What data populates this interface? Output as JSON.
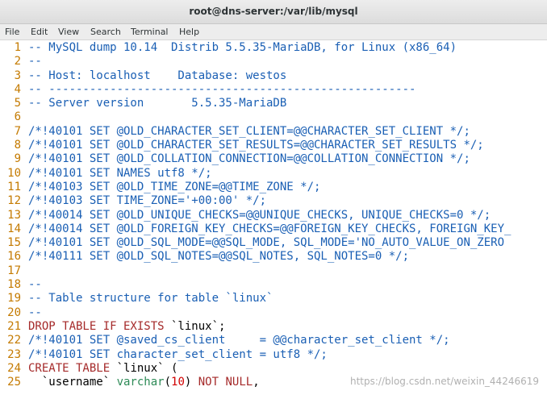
{
  "window": {
    "title": "root@dns-server:/var/lib/mysql"
  },
  "menu": {
    "items": [
      "File",
      "Edit",
      "View",
      "Search",
      "Terminal",
      "Help"
    ]
  },
  "editor": {
    "lines": [
      {
        "n": "1",
        "segs": [
          {
            "t": "-- MySQL dump 10.14  Distrib 5.5.35-MariaDB, for Linux (x86_64)",
            "c": "comment"
          }
        ]
      },
      {
        "n": "2",
        "segs": [
          {
            "t": "--",
            "c": "comment"
          }
        ]
      },
      {
        "n": "3",
        "segs": [
          {
            "t": "-- Host: localhost    Database: westos",
            "c": "comment"
          }
        ]
      },
      {
        "n": "4",
        "segs": [
          {
            "t": "-- ------------------------------------------------------",
            "c": "comment"
          }
        ]
      },
      {
        "n": "5",
        "segs": [
          {
            "t": "-- Server version       5.5.35-MariaDB",
            "c": "comment"
          }
        ]
      },
      {
        "n": "6",
        "segs": []
      },
      {
        "n": "7",
        "segs": [
          {
            "t": "/*!40101 SET @OLD_CHARACTER_SET_CLIENT=@@CHARACTER_SET_CLIENT */;",
            "c": "comment"
          }
        ]
      },
      {
        "n": "8",
        "segs": [
          {
            "t": "/*!40101 SET @OLD_CHARACTER_SET_RESULTS=@@CHARACTER_SET_RESULTS */;",
            "c": "comment"
          }
        ]
      },
      {
        "n": "9",
        "segs": [
          {
            "t": "/*!40101 SET @OLD_COLLATION_CONNECTION=@@COLLATION_CONNECTION */;",
            "c": "comment"
          }
        ]
      },
      {
        "n": "10",
        "segs": [
          {
            "t": "/*!40101 SET NAMES utf8 */;",
            "c": "comment"
          }
        ]
      },
      {
        "n": "11",
        "segs": [
          {
            "t": "/*!40103 SET @OLD_TIME_ZONE=@@TIME_ZONE */;",
            "c": "comment"
          }
        ]
      },
      {
        "n": "12",
        "segs": [
          {
            "t": "/*!40103 SET TIME_ZONE='+00:00' */;",
            "c": "comment"
          }
        ]
      },
      {
        "n": "13",
        "segs": [
          {
            "t": "/*!40014 SET @OLD_UNIQUE_CHECKS=@@UNIQUE_CHECKS, UNIQUE_CHECKS=0 */;",
            "c": "comment"
          }
        ]
      },
      {
        "n": "14",
        "segs": [
          {
            "t": "/*!40014 SET @OLD_FOREIGN_KEY_CHECKS=@@FOREIGN_KEY_CHECKS, FOREIGN_KEY_",
            "c": "comment"
          }
        ]
      },
      {
        "n": "15",
        "segs": [
          {
            "t": "/*!40101 SET @OLD_SQL_MODE=@@SQL_MODE, SQL_MODE='NO_AUTO_VALUE_ON_ZERO",
            "c": "comment"
          }
        ]
      },
      {
        "n": "16",
        "segs": [
          {
            "t": "/*!40111 SET @OLD_SQL_NOTES=@@SQL_NOTES, SQL_NOTES=0 */;",
            "c": "comment"
          }
        ]
      },
      {
        "n": "17",
        "segs": []
      },
      {
        "n": "18",
        "segs": [
          {
            "t": "--",
            "c": "comment"
          }
        ]
      },
      {
        "n": "19",
        "segs": [
          {
            "t": "-- Table structure for table `linux`",
            "c": "comment"
          }
        ]
      },
      {
        "n": "20",
        "segs": [
          {
            "t": "--",
            "c": "comment"
          }
        ]
      },
      {
        "n": "21",
        "segs": [
          {
            "t": "DROP TABLE IF EXISTS",
            "c": "kw"
          },
          {
            "t": " `linux`;",
            "c": "plain"
          }
        ]
      },
      {
        "n": "22",
        "segs": [
          {
            "t": "/*!40101 SET @saved_cs_client     = @@character_set_client */;",
            "c": "comment"
          }
        ]
      },
      {
        "n": "23",
        "segs": [
          {
            "t": "/*!40101 SET character_set_client = utf8 */;",
            "c": "comment"
          }
        ]
      },
      {
        "n": "24",
        "segs": [
          {
            "t": "CREATE TABLE",
            "c": "kw"
          },
          {
            "t": " `linux` (",
            "c": "plain"
          }
        ]
      },
      {
        "n": "25",
        "segs": [
          {
            "t": "  `username` ",
            "c": "plain"
          },
          {
            "t": "varchar",
            "c": "type"
          },
          {
            "t": "(",
            "c": "plain"
          },
          {
            "t": "10",
            "c": "num"
          },
          {
            "t": ") ",
            "c": "plain"
          },
          {
            "t": "NOT NULL",
            "c": "kw"
          },
          {
            "t": ",",
            "c": "plain"
          }
        ]
      }
    ]
  },
  "watermark": "https://blog.csdn.net/weixin_44246619"
}
